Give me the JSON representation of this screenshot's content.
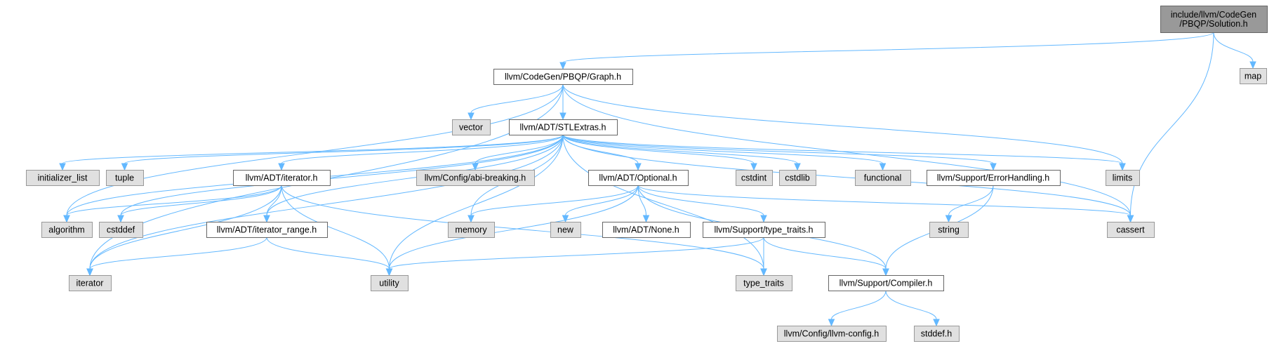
{
  "colors": {
    "root_fill": "#999999",
    "root_stroke": "#666666",
    "header_fill": "#ffffff",
    "header_stroke": "#666666",
    "system_fill": "#e0e0e0",
    "system_stroke": "#999999",
    "edge": "#63b8ff"
  },
  "nodes": [
    {
      "id": "solution",
      "lines": [
        "include/llvm/CodeGen",
        "/PBQP/Solution.h"
      ],
      "kind": "root"
    },
    {
      "id": "graph",
      "lines": [
        "llvm/CodeGen/PBQP/Graph.h"
      ],
      "kind": "header"
    },
    {
      "id": "map",
      "lines": [
        "map"
      ],
      "kind": "system"
    },
    {
      "id": "vector",
      "lines": [
        "vector"
      ],
      "kind": "system"
    },
    {
      "id": "stlextras",
      "lines": [
        "llvm/ADT/STLExtras.h"
      ],
      "kind": "header"
    },
    {
      "id": "initializer_list",
      "lines": [
        "initializer_list"
      ],
      "kind": "system"
    },
    {
      "id": "tuple",
      "lines": [
        "tuple"
      ],
      "kind": "system"
    },
    {
      "id": "iterator_h",
      "lines": [
        "llvm/ADT/iterator.h"
      ],
      "kind": "header"
    },
    {
      "id": "abi",
      "lines": [
        "llvm/Config/abi-breaking.h"
      ],
      "kind": "system"
    },
    {
      "id": "optional",
      "lines": [
        "llvm/ADT/Optional.h"
      ],
      "kind": "header"
    },
    {
      "id": "cstdint",
      "lines": [
        "cstdint"
      ],
      "kind": "system"
    },
    {
      "id": "cstdlib",
      "lines": [
        "cstdlib"
      ],
      "kind": "system"
    },
    {
      "id": "functional",
      "lines": [
        "functional"
      ],
      "kind": "system"
    },
    {
      "id": "errorhandling",
      "lines": [
        "llvm/Support/ErrorHandling.h"
      ],
      "kind": "header"
    },
    {
      "id": "limits",
      "lines": [
        "limits"
      ],
      "kind": "system"
    },
    {
      "id": "algorithm",
      "lines": [
        "algorithm"
      ],
      "kind": "system"
    },
    {
      "id": "cstddef",
      "lines": [
        "cstddef"
      ],
      "kind": "system"
    },
    {
      "id": "iterator_range",
      "lines": [
        "llvm/ADT/iterator_range.h"
      ],
      "kind": "header"
    },
    {
      "id": "memory",
      "lines": [
        "memory"
      ],
      "kind": "system"
    },
    {
      "id": "new",
      "lines": [
        "new"
      ],
      "kind": "system"
    },
    {
      "id": "none",
      "lines": [
        "llvm/ADT/None.h"
      ],
      "kind": "header"
    },
    {
      "id": "typetraits_h",
      "lines": [
        "llvm/Support/type_traits.h"
      ],
      "kind": "header"
    },
    {
      "id": "string",
      "lines": [
        "string"
      ],
      "kind": "system"
    },
    {
      "id": "cassert",
      "lines": [
        "cassert"
      ],
      "kind": "system"
    },
    {
      "id": "iterator",
      "lines": [
        "iterator"
      ],
      "kind": "system"
    },
    {
      "id": "utility",
      "lines": [
        "utility"
      ],
      "kind": "system"
    },
    {
      "id": "type_traits",
      "lines": [
        "type_traits"
      ],
      "kind": "system"
    },
    {
      "id": "compiler",
      "lines": [
        "llvm/Support/Compiler.h"
      ],
      "kind": "header"
    },
    {
      "id": "llvmconfig",
      "lines": [
        "llvm/Config/llvm-config.h"
      ],
      "kind": "system"
    },
    {
      "id": "stddef",
      "lines": [
        "stddef.h"
      ],
      "kind": "system"
    }
  ],
  "edges": [
    {
      "from": "solution",
      "to": "graph"
    },
    {
      "from": "solution",
      "to": "map"
    },
    {
      "from": "solution",
      "to": "cassert"
    },
    {
      "from": "graph",
      "to": "vector"
    },
    {
      "from": "graph",
      "to": "stlextras"
    },
    {
      "from": "graph",
      "to": "algorithm"
    },
    {
      "from": "graph",
      "to": "iterator"
    },
    {
      "from": "graph",
      "to": "limits"
    },
    {
      "from": "graph",
      "to": "cassert"
    },
    {
      "from": "stlextras",
      "to": "initializer_list"
    },
    {
      "from": "stlextras",
      "to": "tuple"
    },
    {
      "from": "stlextras",
      "to": "iterator_h"
    },
    {
      "from": "stlextras",
      "to": "abi"
    },
    {
      "from": "stlextras",
      "to": "optional"
    },
    {
      "from": "stlextras",
      "to": "cstdint"
    },
    {
      "from": "stlextras",
      "to": "cstdlib"
    },
    {
      "from": "stlextras",
      "to": "functional"
    },
    {
      "from": "stlextras",
      "to": "errorhandling"
    },
    {
      "from": "stlextras",
      "to": "limits"
    },
    {
      "from": "stlextras",
      "to": "algorithm"
    },
    {
      "from": "stlextras",
      "to": "cstddef"
    },
    {
      "from": "stlextras",
      "to": "iterator_range"
    },
    {
      "from": "stlextras",
      "to": "memory"
    },
    {
      "from": "stlextras",
      "to": "utility"
    },
    {
      "from": "stlextras",
      "to": "iterator"
    },
    {
      "from": "stlextras",
      "to": "type_traits"
    },
    {
      "from": "stlextras",
      "to": "cassert"
    },
    {
      "from": "iterator_h",
      "to": "algorithm"
    },
    {
      "from": "iterator_h",
      "to": "cstddef"
    },
    {
      "from": "iterator_h",
      "to": "iterator_range"
    },
    {
      "from": "iterator_h",
      "to": "iterator"
    },
    {
      "from": "iterator_h",
      "to": "utility"
    },
    {
      "from": "iterator_h",
      "to": "type_traits"
    },
    {
      "from": "iterator_range",
      "to": "iterator"
    },
    {
      "from": "iterator_range",
      "to": "utility"
    },
    {
      "from": "optional",
      "to": "memory"
    },
    {
      "from": "optional",
      "to": "new"
    },
    {
      "from": "optional",
      "to": "none"
    },
    {
      "from": "optional",
      "to": "typetraits_h"
    },
    {
      "from": "optional",
      "to": "utility"
    },
    {
      "from": "optional",
      "to": "compiler"
    },
    {
      "from": "optional",
      "to": "cassert"
    },
    {
      "from": "typetraits_h",
      "to": "type_traits"
    },
    {
      "from": "typetraits_h",
      "to": "utility"
    },
    {
      "from": "typetraits_h",
      "to": "compiler"
    },
    {
      "from": "errorhandling",
      "to": "string"
    },
    {
      "from": "errorhandling",
      "to": "compiler"
    },
    {
      "from": "compiler",
      "to": "llvmconfig"
    },
    {
      "from": "compiler",
      "to": "stddef"
    }
  ]
}
